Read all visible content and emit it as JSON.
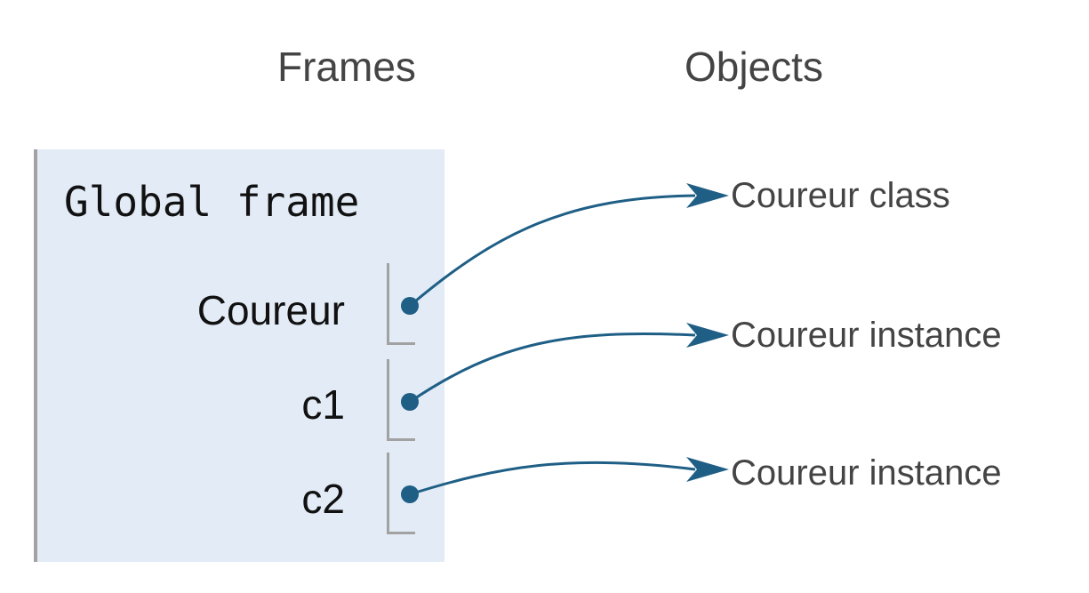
{
  "headers": {
    "frames": "Frames",
    "objects": "Objects"
  },
  "frame": {
    "title": "Global frame",
    "variables": [
      {
        "name": "Coureur"
      },
      {
        "name": "c1"
      },
      {
        "name": "c2"
      }
    ]
  },
  "objects": [
    {
      "label": "Coureur class"
    },
    {
      "label": "Coureur instance"
    },
    {
      "label": "Coureur instance"
    }
  ],
  "colors": {
    "arrow": "#1f5f86",
    "frame_background": "#e2ebf6",
    "frame_border": "#a2a2a2",
    "header_text": "#444444"
  }
}
